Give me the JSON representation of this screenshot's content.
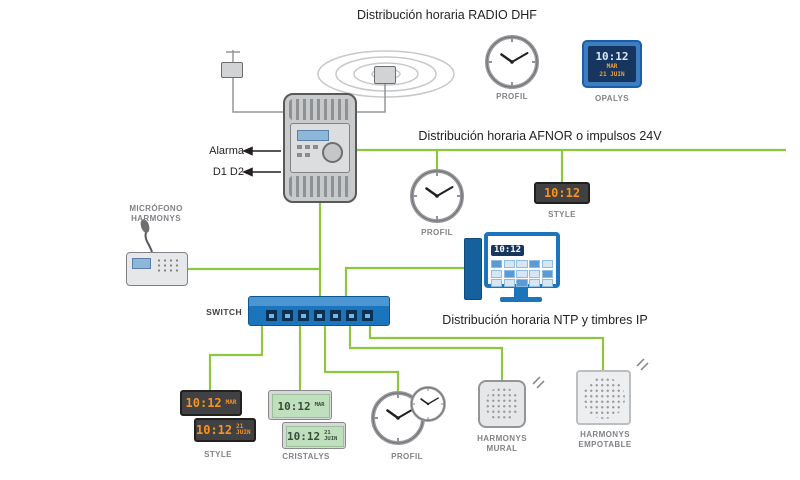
{
  "titles": {
    "radio": "Distribución horaria RADIO DHF",
    "afnor": "Distribución horaria AFNOR o impulsos 24V",
    "ntp": "Distribución horaria NTP y timbres IP"
  },
  "master_clock": {
    "alarm_label": "Alarma",
    "outputs_label": "D1 D2"
  },
  "microphone": {
    "label_line1": "MICRÓFONO",
    "label_line2": "HARMONYS"
  },
  "net_switch": {
    "label": "SWITCH"
  },
  "radio_zone": {
    "profil": {
      "label": "PROFIL"
    },
    "opalys": {
      "label": "OPALYS",
      "time": "10:12",
      "day": "MAR",
      "date": "21 JUIN"
    }
  },
  "afnor_zone": {
    "profil": {
      "label": "PROFIL"
    },
    "style": {
      "label": "STYLE",
      "time": "10:12"
    }
  },
  "ntp_zone": {
    "computer": {
      "time": "10:12"
    },
    "style": {
      "label": "STYLE",
      "clock1": {
        "time": "10:12",
        "day": "MAR"
      },
      "clock2": {
        "time": "10:12",
        "date": "21 JUIN"
      }
    },
    "cristalys": {
      "label": "CRISTALYS",
      "clock1": {
        "time": "10:12",
        "day": "MAR"
      },
      "clock2": {
        "time": "10:12",
        "date": "21 JUIN"
      }
    },
    "profil": {
      "label": "PROFIL"
    },
    "harmonys_mural": {
      "label_line1": "HARMONYS",
      "label_line2": "MURAL"
    },
    "harmonys_empotable": {
      "label_line1": "HARMONYS",
      "label_line2": "EMPOTABLE"
    }
  },
  "colors": {
    "line_green": "#8DC63F",
    "device_blue": "#1B75BC",
    "digit_orange": "#F7941E",
    "lcd_green": "#BFE0BD",
    "opalys_screen": "#16355F",
    "label_gray": "#808285"
  }
}
